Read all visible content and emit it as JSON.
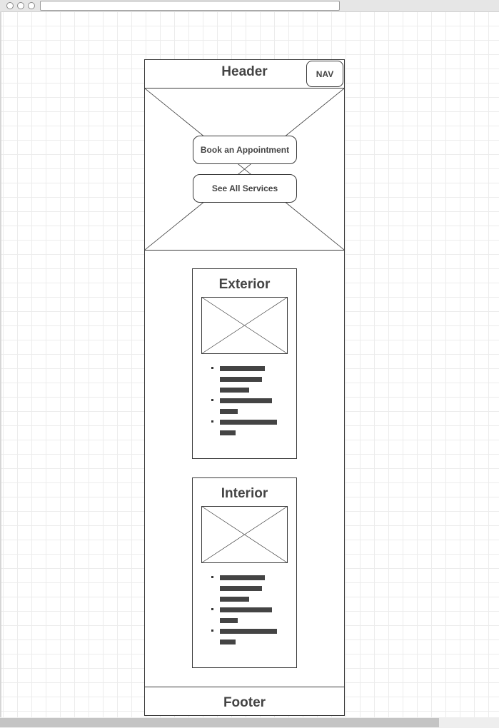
{
  "header": {
    "title": "Header",
    "nav_label": "NAV"
  },
  "hero": {
    "primary_button": "Book an Appointment",
    "secondary_button": "See All Services"
  },
  "cards": [
    {
      "title": "Exterior",
      "image_icon": "image-placeholder-icon",
      "list_items": 3
    },
    {
      "title": "Interior",
      "image_icon": "image-placeholder-icon",
      "list_items": 3
    }
  ],
  "footer": {
    "title": "Footer"
  },
  "colors": {
    "line": "#3a3a3a",
    "text": "#444444",
    "grid": "#ececec",
    "placeholder_bar": "#444444"
  }
}
